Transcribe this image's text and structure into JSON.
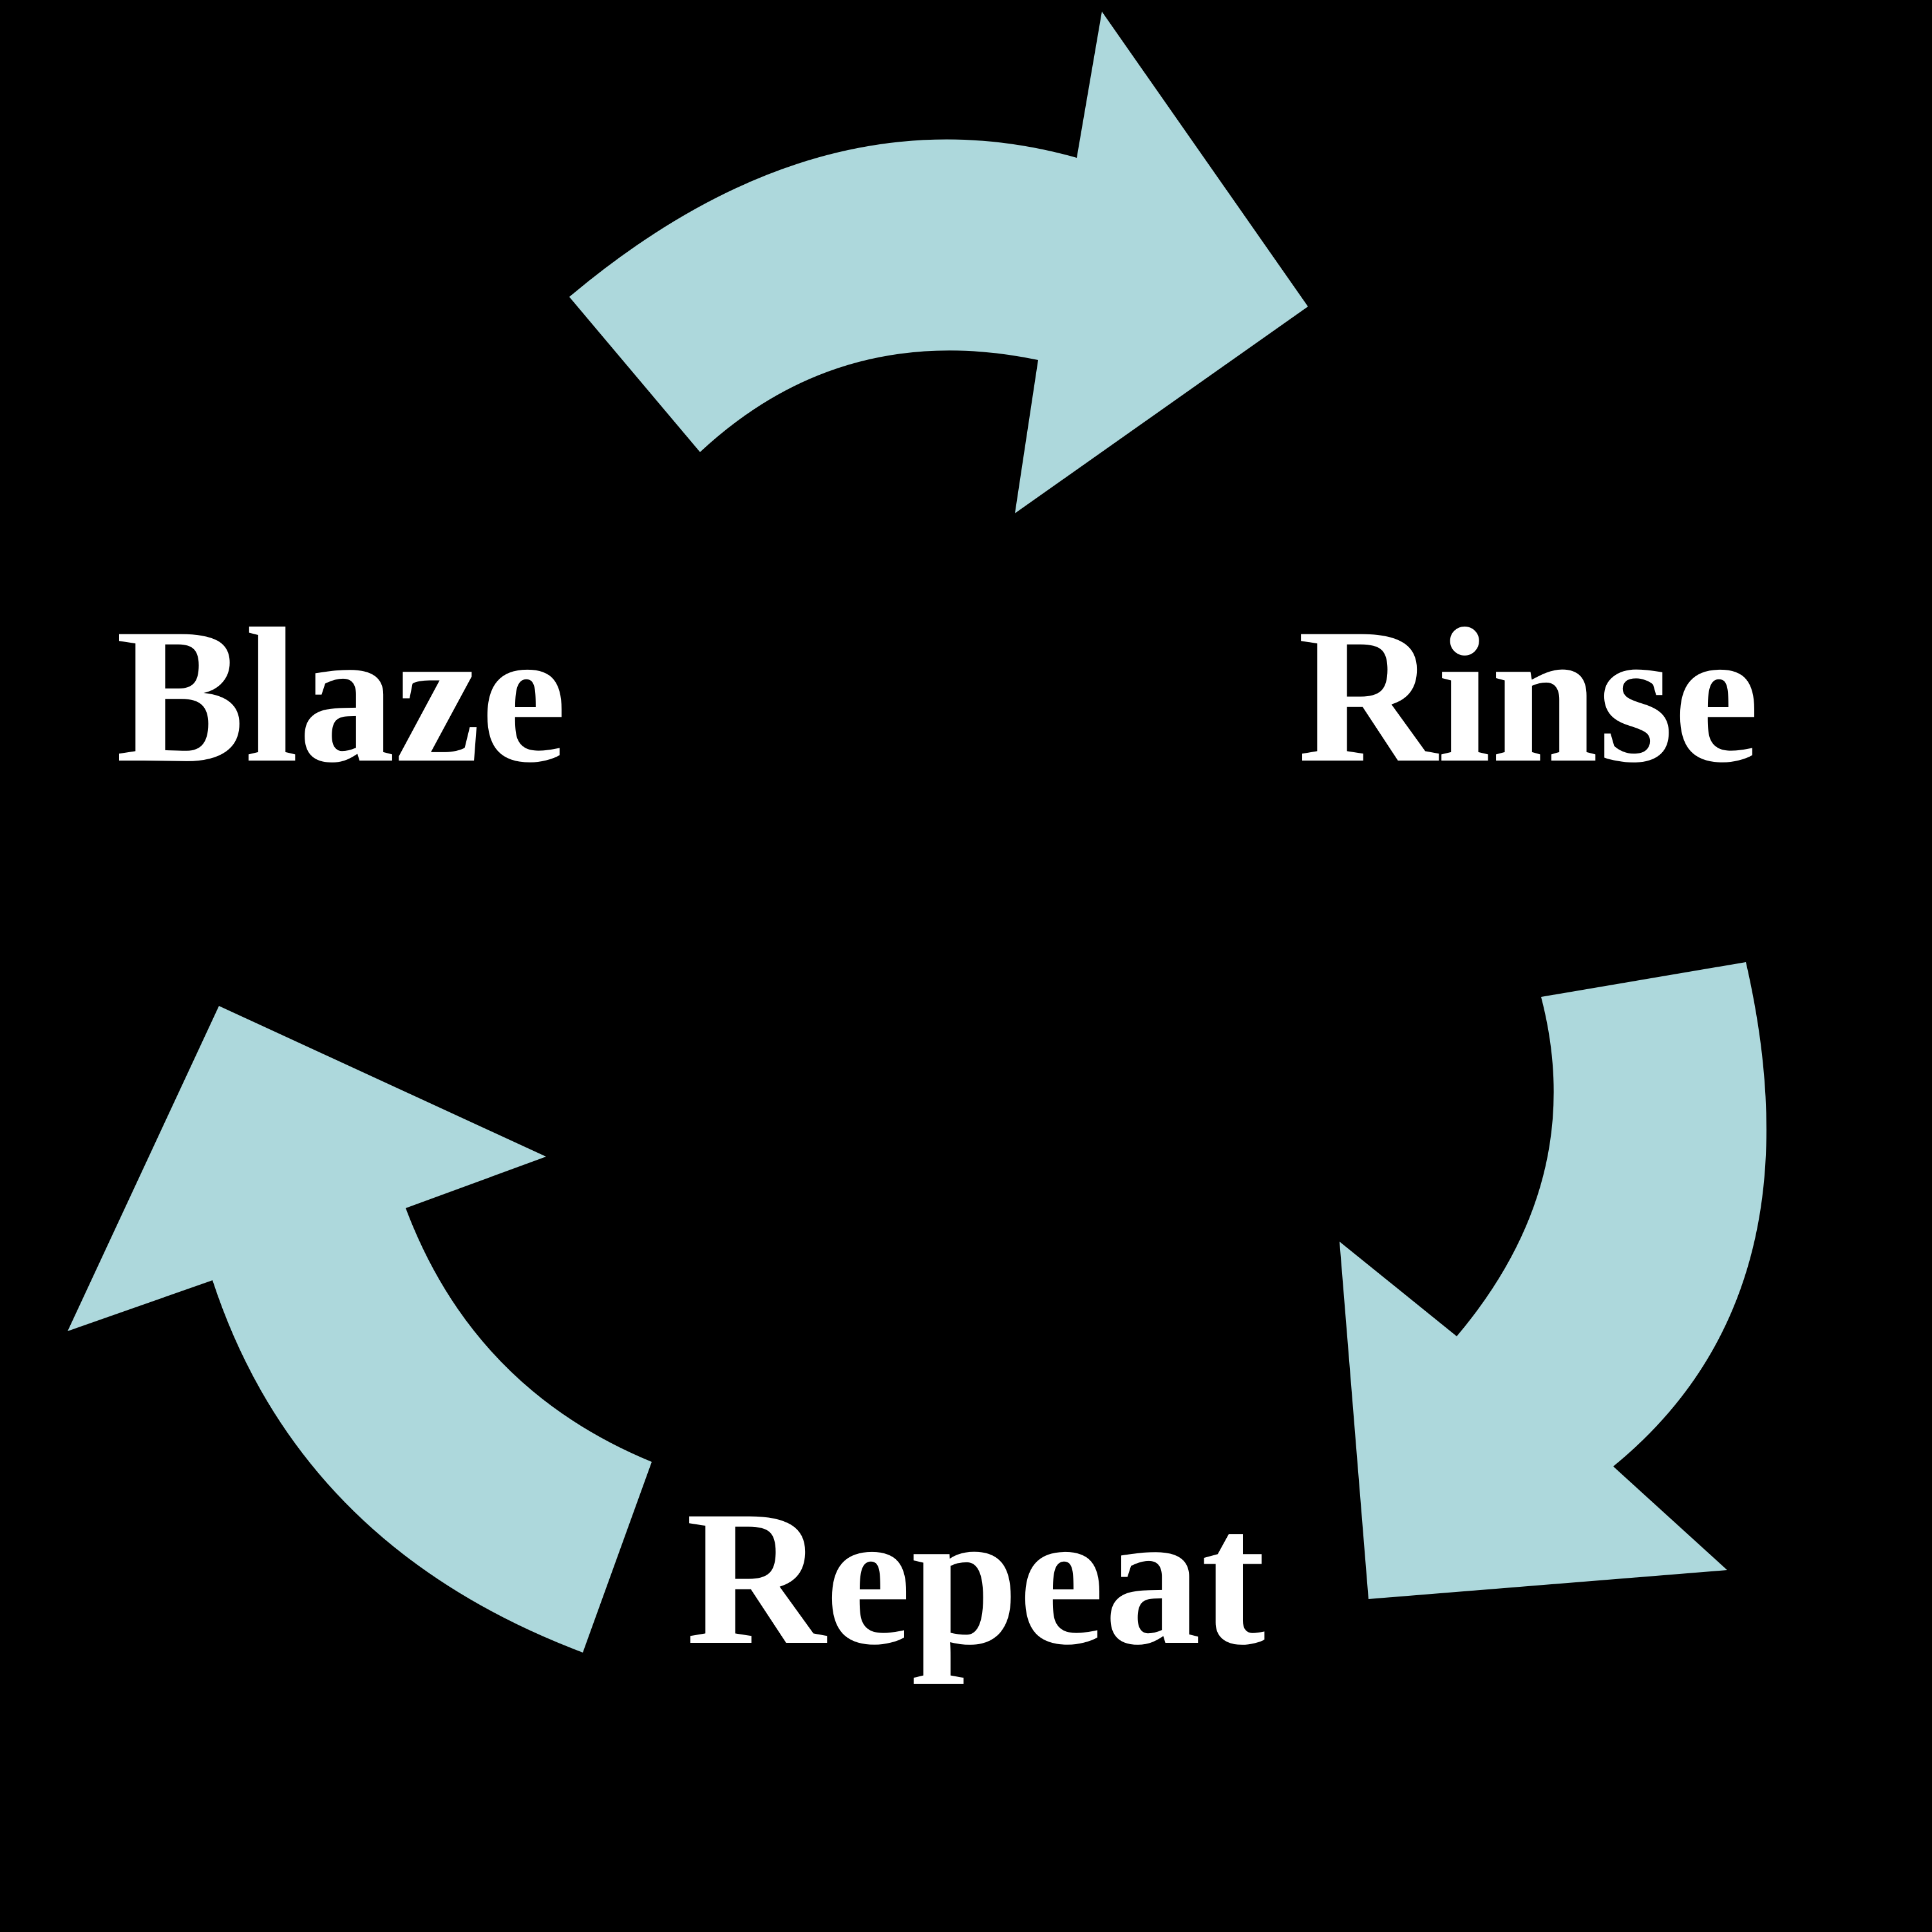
{
  "diagram": {
    "type": "cycle",
    "stages": [
      {
        "id": "blaze",
        "label": "Blaze"
      },
      {
        "id": "rinse",
        "label": "Rinse"
      },
      {
        "id": "repeat",
        "label": "Repeat"
      }
    ],
    "arrows": [
      {
        "from": "blaze",
        "to": "rinse",
        "icon": "curved-arrow-right-icon"
      },
      {
        "from": "rinse",
        "to": "repeat",
        "icon": "curved-arrow-down-icon"
      },
      {
        "from": "repeat",
        "to": "blaze",
        "icon": "curved-arrow-up-icon"
      }
    ],
    "colors": {
      "background": "#000000",
      "arrow": "#add8dc",
      "label": "#ffffff"
    }
  }
}
